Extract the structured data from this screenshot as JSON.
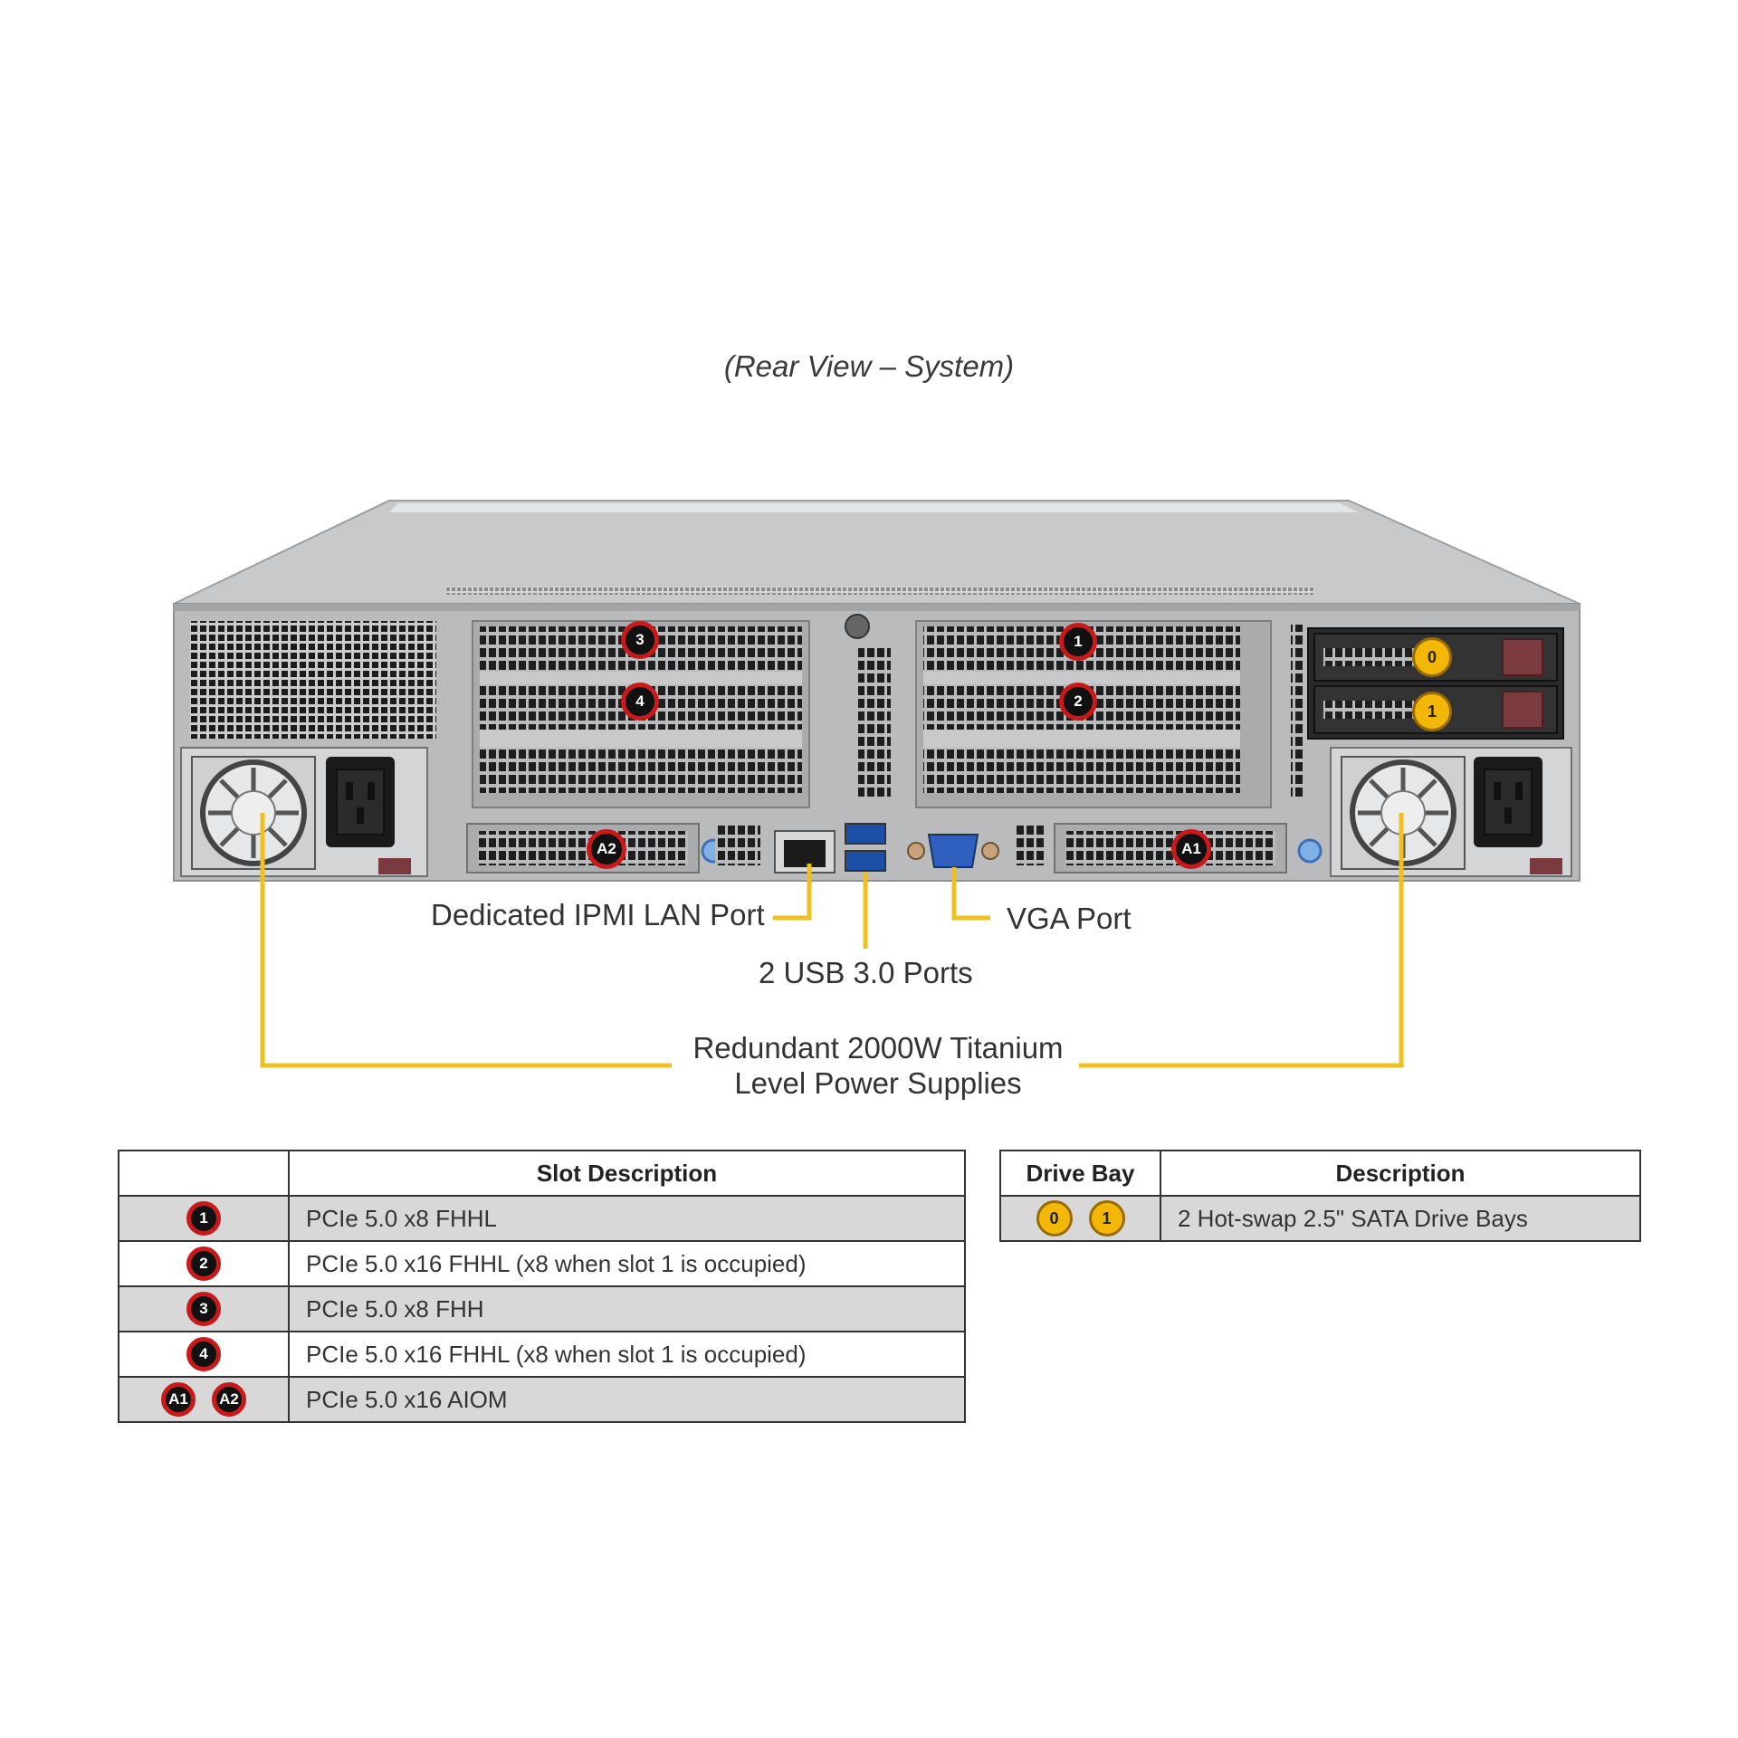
{
  "caption": "(Rear View – System)",
  "chassis_labels": {
    "pcie_slots": [
      "3",
      "4",
      "1",
      "2"
    ],
    "aiom_slots": [
      "A2",
      "A1"
    ],
    "drive_bays": [
      "0",
      "1"
    ]
  },
  "callouts": {
    "ipmi": "Dedicated IPMI LAN Port",
    "usb": "2 USB 3.0 Ports",
    "vga": "VGA Port",
    "psu_line1": "Redundant 2000W Titanium",
    "psu_line2": "Level Power Supplies"
  },
  "slot_table": {
    "header_blank": "",
    "header": "Slot Description",
    "rows": [
      {
        "badges": [
          "1"
        ],
        "description": "PCIe 5.0 x8 FHHL"
      },
      {
        "badges": [
          "2"
        ],
        "description": "PCIe 5.0 x16 FHHL (x8 when slot 1 is occupied)"
      },
      {
        "badges": [
          "3"
        ],
        "description": "PCIe 5.0 x8 FHH"
      },
      {
        "badges": [
          "4"
        ],
        "description": "PCIe 5.0 x16 FHHL (x8 when slot 1 is occupied)"
      },
      {
        "badges": [
          "A1",
          "A2"
        ],
        "description": "PCIe 5.0 x16 AIOM"
      }
    ]
  },
  "drive_table": {
    "header_bay": "Drive Bay",
    "header_desc": "Description",
    "rows": [
      {
        "badges": [
          "0",
          "1"
        ],
        "description": "2 Hot-swap 2.5\" SATA Drive Bays"
      }
    ]
  },
  "colors": {
    "callout_line": "#f0c020",
    "badge_red": "#c81a1a",
    "badge_yellow": "#f2b707",
    "row_shade": "#d8d8d8"
  }
}
